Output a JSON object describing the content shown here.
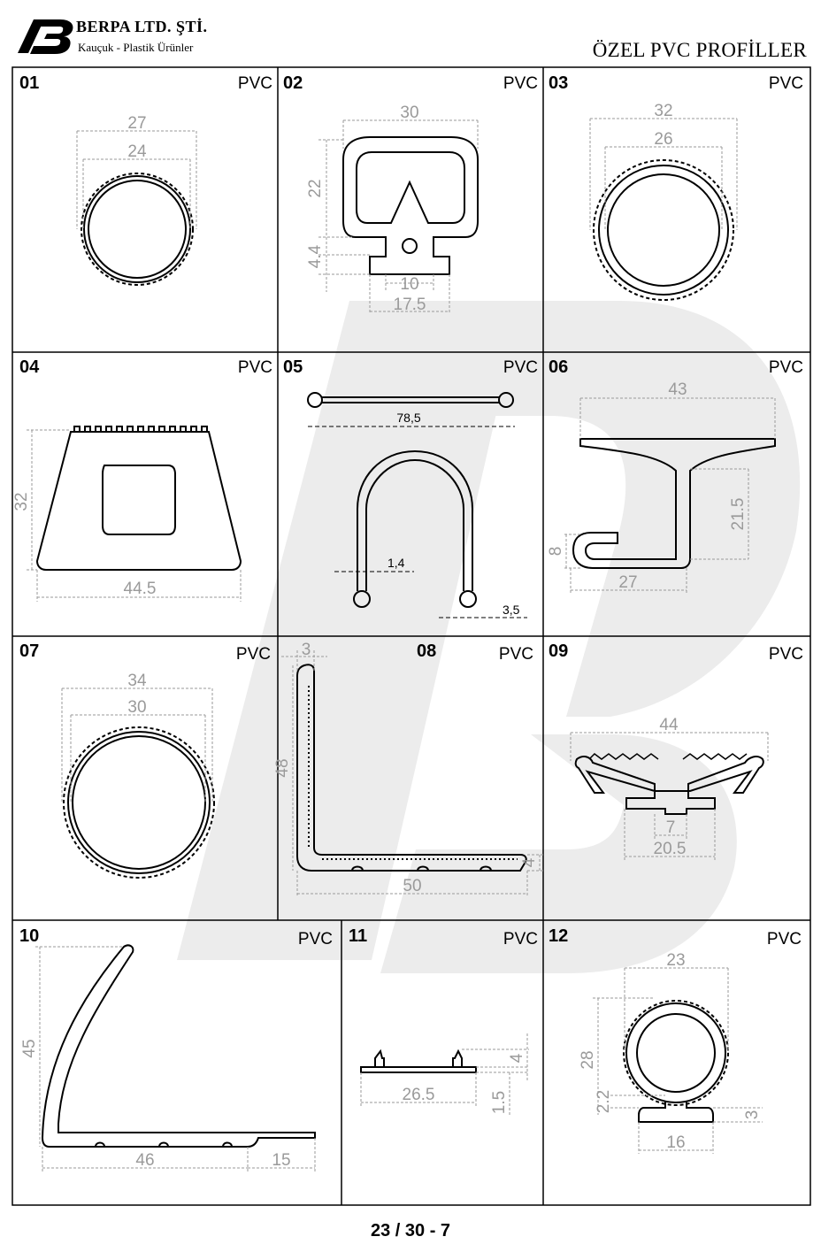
{
  "header": {
    "company_name": "BERPA LTD. ŞTİ.",
    "company_subtitle": "Kauçuk - Plastik Ürünler",
    "document_title": "ÖZEL PVC PROFİLLER"
  },
  "colors": {
    "line": "#000000",
    "dimension": "#9a9a9a",
    "watermark": "#ececec"
  },
  "cells": [
    {
      "num": "01",
      "material": "PVC",
      "dims": [
        "27",
        "24"
      ]
    },
    {
      "num": "02",
      "material": "PVC",
      "dims": [
        "30",
        "22",
        "4.4",
        "10",
        "17.5"
      ]
    },
    {
      "num": "03",
      "material": "PVC",
      "dims": [
        "32",
        "26"
      ]
    },
    {
      "num": "04",
      "material": "PVC",
      "dims": [
        "32",
        "44.5"
      ]
    },
    {
      "num": "05",
      "material": "PVC",
      "dims": [
        "78,5",
        "1,4",
        "3,5"
      ]
    },
    {
      "num": "06",
      "material": "PVC",
      "dims": [
        "43",
        "21.5",
        "8",
        "27"
      ]
    },
    {
      "num": "07",
      "material": "PVC",
      "dims": [
        "34",
        "30"
      ]
    },
    {
      "num": "08",
      "material": "PVC",
      "dims": [
        "3",
        "48",
        "50",
        "4"
      ]
    },
    {
      "num": "09",
      "material": "PVC",
      "dims": [
        "44",
        "7",
        "20.5"
      ]
    },
    {
      "num": "10",
      "material": "PVC",
      "dims": [
        "45",
        "46",
        "15"
      ]
    },
    {
      "num": "11",
      "material": "PVC",
      "dims": [
        "4",
        "26.5",
        "1.5"
      ]
    },
    {
      "num": "12",
      "material": "PVC",
      "dims": [
        "23",
        "28",
        "2.2",
        "3",
        "16"
      ]
    }
  ],
  "footer": {
    "page_number": "23 / 30 - 7"
  }
}
